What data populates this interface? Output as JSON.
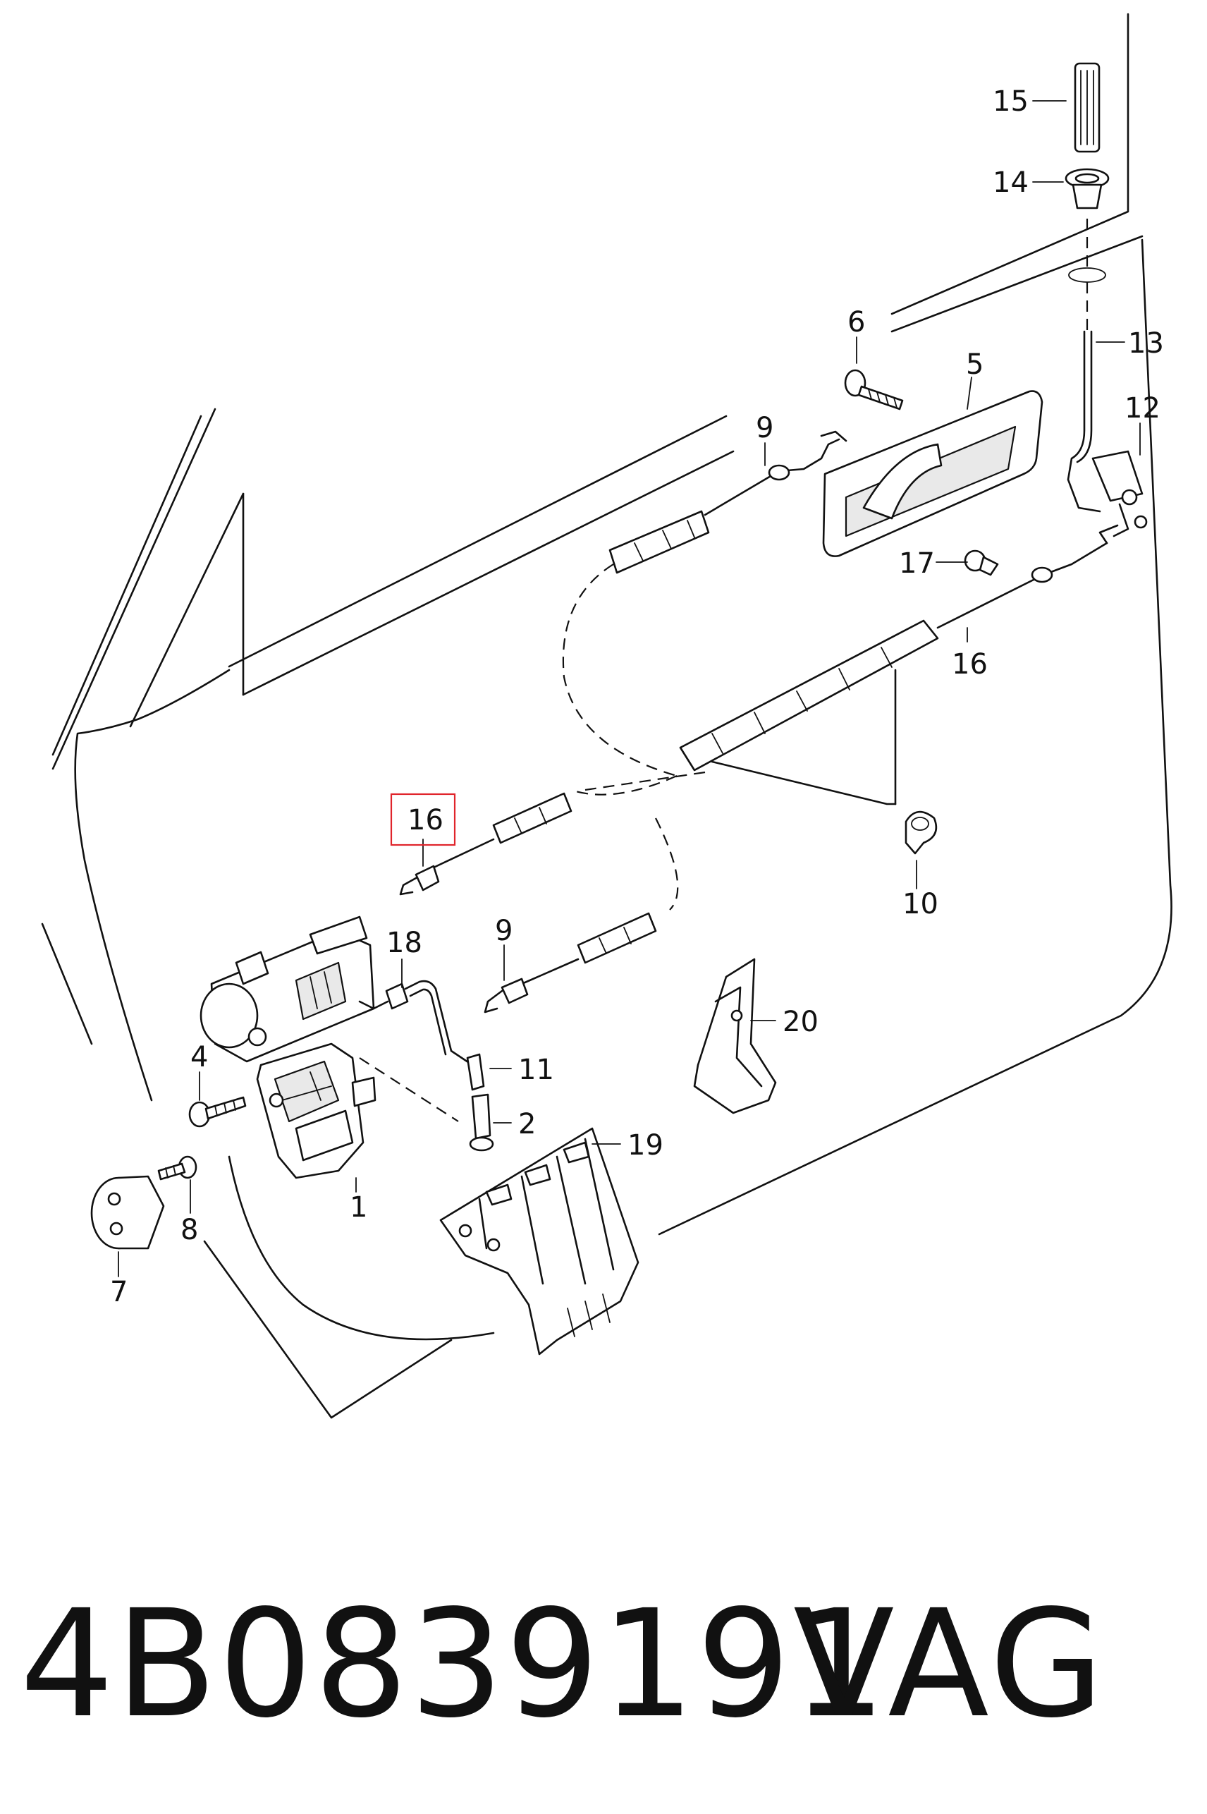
{
  "callouts": [
    "15",
    "14",
    "13",
    "6",
    "5",
    "12",
    "9",
    "17",
    "16",
    "16",
    "10",
    "18",
    "9",
    "4",
    "11",
    "2",
    "20",
    "19",
    "8",
    "7",
    "1"
  ],
  "highlight_color": "#e0242b",
  "footer": {
    "part_number": "4B0839191",
    "brand": "VAG"
  }
}
